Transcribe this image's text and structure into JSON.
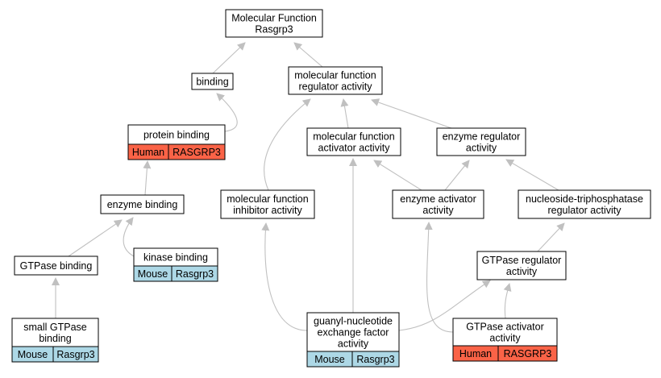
{
  "colors": {
    "node_fill": "#ffffff",
    "node_border": "#000000",
    "edge": "#c0c0c0",
    "human_annotation": "#fa6347",
    "mouse_annotation": "#add8e6"
  },
  "nodes": {
    "root": {
      "lines": [
        "Molecular Function",
        "Rasgrp3"
      ]
    },
    "binding": {
      "lines": [
        "binding"
      ]
    },
    "mf_regulator": {
      "lines": [
        "molecular function",
        "regulator activity"
      ]
    },
    "protein_binding": {
      "lines": [
        "protein binding"
      ],
      "annotation": {
        "species": "Human",
        "gene": "RASGRP3"
      }
    },
    "mf_activator": {
      "lines": [
        "molecular function",
        "activator activity"
      ]
    },
    "enzyme_regulator": {
      "lines": [
        "enzyme regulator",
        "activity"
      ]
    },
    "enzyme_binding": {
      "lines": [
        "enzyme binding"
      ]
    },
    "mf_inhibitor": {
      "lines": [
        "molecular function",
        "inhibitor activity"
      ]
    },
    "enzyme_activator": {
      "lines": [
        "enzyme activator",
        "activity"
      ]
    },
    "ntpase_regulator": {
      "lines": [
        "nucleoside-triphosphatase",
        "regulator activity"
      ]
    },
    "kinase_binding": {
      "lines": [
        "kinase binding"
      ],
      "annotation": {
        "species": "Mouse",
        "gene": "Rasgrp3"
      }
    },
    "gtpase_binding": {
      "lines": [
        "GTPase binding"
      ]
    },
    "gtpase_regulator": {
      "lines": [
        "GTPase regulator",
        "activity"
      ]
    },
    "small_gtpase_binding": {
      "lines": [
        "small GTPase",
        "binding"
      ],
      "annotation": {
        "species": "Mouse",
        "gene": "Rasgrp3"
      }
    },
    "gnef": {
      "lines": [
        "guanyl-nucleotide",
        "exchange factor",
        "activity"
      ],
      "annotation": {
        "species": "Mouse",
        "gene": "Rasgrp3"
      }
    },
    "gtpase_activator": {
      "lines": [
        "GTPase activator",
        "activity"
      ],
      "annotation": {
        "species": "Human",
        "gene": "RASGRP3"
      }
    }
  },
  "edges": [
    {
      "from": "binding",
      "to": "root"
    },
    {
      "from": "mf_regulator",
      "to": "root"
    },
    {
      "from": "protein_binding",
      "to": "binding"
    },
    {
      "from": "mf_activator",
      "to": "mf_regulator"
    },
    {
      "from": "enzyme_regulator",
      "to": "mf_regulator"
    },
    {
      "from": "mf_inhibitor",
      "to": "mf_regulator"
    },
    {
      "from": "enzyme_binding",
      "to": "protein_binding"
    },
    {
      "from": "enzyme_activator",
      "to": "mf_activator"
    },
    {
      "from": "enzyme_activator",
      "to": "enzyme_regulator"
    },
    {
      "from": "ntpase_regulator",
      "to": "enzyme_regulator"
    },
    {
      "from": "gtpase_binding",
      "to": "enzyme_binding"
    },
    {
      "from": "kinase_binding",
      "to": "enzyme_binding"
    },
    {
      "from": "small_gtpase_binding",
      "to": "gtpase_binding"
    },
    {
      "from": "gtpase_regulator",
      "to": "ntpase_regulator"
    },
    {
      "from": "gnef",
      "to": "mf_inhibitor"
    },
    {
      "from": "gnef",
      "to": "mf_activator"
    },
    {
      "from": "gnef",
      "to": "gtpase_regulator"
    },
    {
      "from": "gtpase_activator",
      "to": "gtpase_regulator"
    },
    {
      "from": "gtpase_activator",
      "to": "enzyme_activator"
    }
  ]
}
